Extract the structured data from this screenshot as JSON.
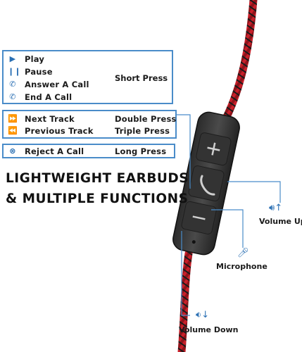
{
  "single_press_box": {
    "items": [
      {
        "icon": "play-icon",
        "label": "Play"
      },
      {
        "icon": "pause-icon",
        "label": "Pause"
      },
      {
        "icon": "phone-answer-icon",
        "label": "Answer A Call"
      },
      {
        "icon": "phone-end-icon",
        "label": "End A Call"
      }
    ],
    "press_label": "Short Press"
  },
  "track_box": {
    "items": [
      {
        "icon": "next-track-icon",
        "label": "Next Track",
        "press_label": "Double Press"
      },
      {
        "icon": "previous-track-icon",
        "label": "Previous Track",
        "press_label": "Triple Press"
      }
    ]
  },
  "reject_box": {
    "icon": "reject-call-icon",
    "label": "Reject A Call",
    "press_label": "Long Press"
  },
  "headline": {
    "line1": "LIGHTWEIGHT EARBUDS",
    "line2": "& MULTIPLE FUNCTIONS"
  },
  "callouts": {
    "volume_up": "Volume Up",
    "microphone": "Microphone",
    "volume_down": "Volume Down"
  },
  "colors": {
    "accent": "#4a8cc9",
    "cable_red": "#c8202a",
    "cable_black": "#1a1a1a",
    "remote_body": "#3a3a3a"
  }
}
